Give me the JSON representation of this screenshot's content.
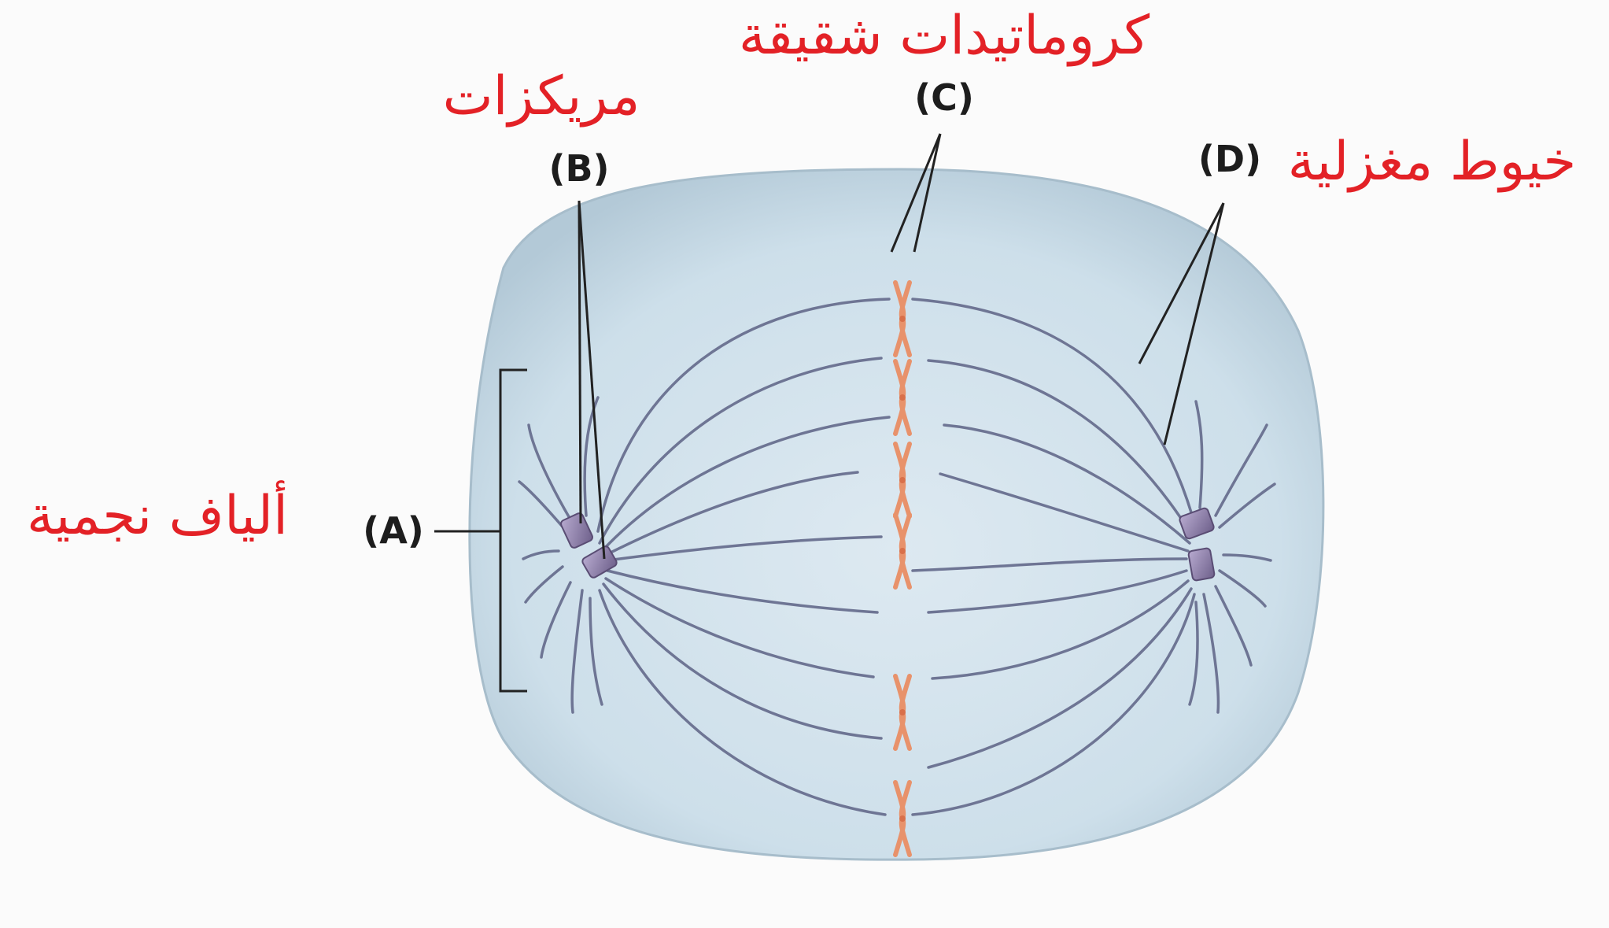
{
  "labels": {
    "A": {
      "letter": "(A)",
      "text": "ألياف نجمية"
    },
    "B": {
      "letter": "(B)",
      "text": "مريكزات"
    },
    "C": {
      "letter": "(C)",
      "text": "كروماتيدات شقيقة"
    },
    "D": {
      "letter": "(D)",
      "text": "خيوط مغزلية"
    }
  },
  "colors": {
    "label_text": "#e32126",
    "letter_text": "#1d1d1d",
    "cell_fill": "#c9dce8",
    "cell_edge": "#9fb6c4",
    "spindle": "#6e7594",
    "chromatid": "#e8926b",
    "centriole": "#8c7fa6",
    "background": "#fbfbfb"
  }
}
